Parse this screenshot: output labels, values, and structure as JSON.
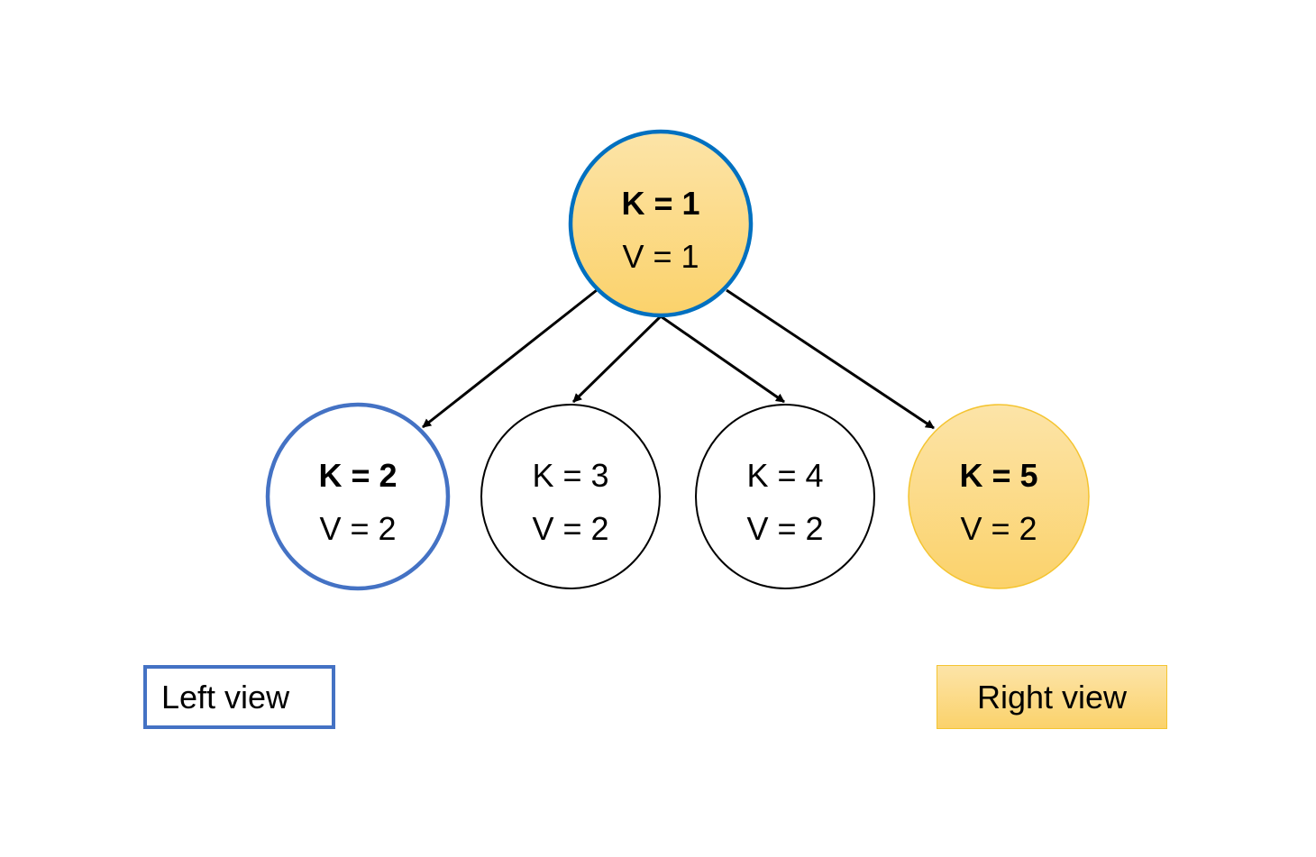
{
  "colors": {
    "left_view_border": "#4472c4",
    "root_border": "#0070c0",
    "highlight_fill_top": "#fce4a8",
    "highlight_fill_bottom": "#fbd26b",
    "highlight_border": "#f4c430",
    "edge": "#000000"
  },
  "nodes": [
    {
      "id": "root",
      "key": "K = 1",
      "value": "V = 1",
      "style": "left-and-right-view"
    },
    {
      "id": "child1",
      "key": "K = 2",
      "value": "V = 2",
      "style": "left-view"
    },
    {
      "id": "child2",
      "key": "K = 3",
      "value": "V = 2",
      "style": "plain"
    },
    {
      "id": "child3",
      "key": "K = 4",
      "value": "V = 2",
      "style": "plain"
    },
    {
      "id": "child4",
      "key": "K = 5",
      "value": "V = 2",
      "style": "right-view"
    }
  ],
  "edges": [
    {
      "from": "root",
      "to": "child1"
    },
    {
      "from": "root",
      "to": "child2"
    },
    {
      "from": "root",
      "to": "child3"
    },
    {
      "from": "root",
      "to": "child4"
    }
  ],
  "legend": {
    "left_label": "Left view",
    "right_label": "Right view"
  }
}
